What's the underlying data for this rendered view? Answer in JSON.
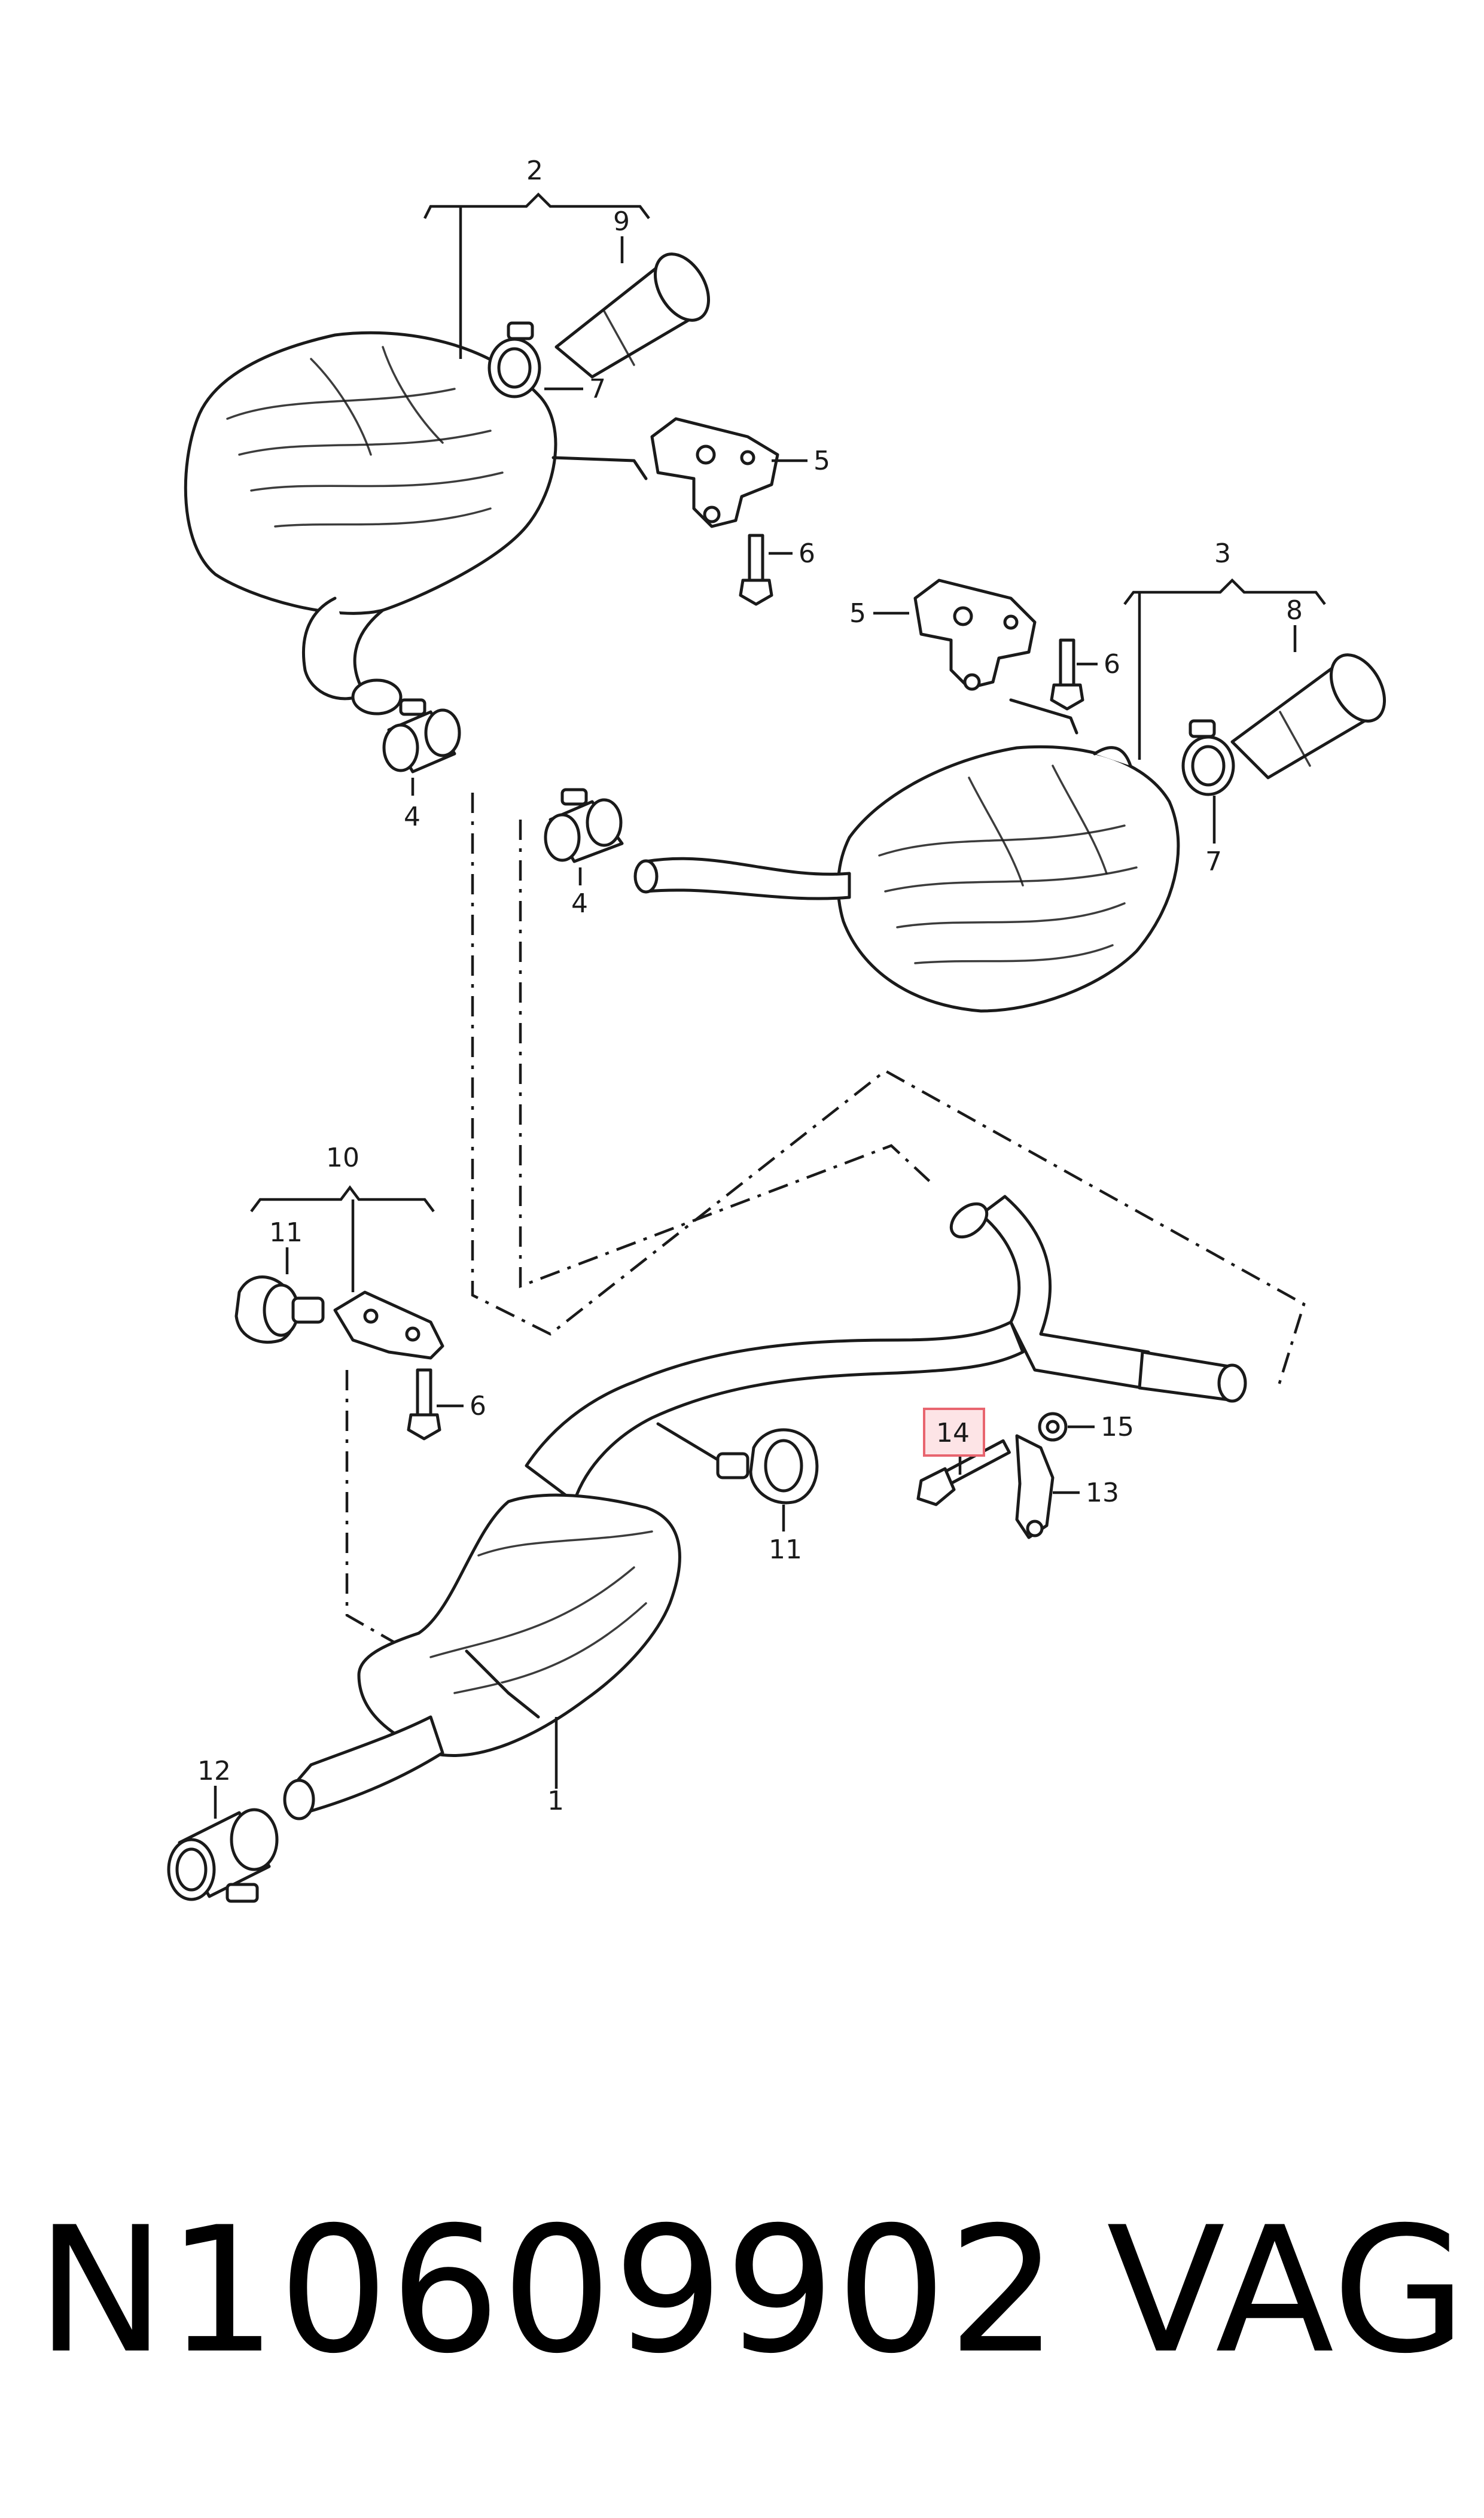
{
  "callouts": {
    "c1": "1",
    "c2": "2",
    "c3": "3",
    "c4a": "4",
    "c4b": "4",
    "c5a": "5",
    "c5b": "5",
    "c6a": "6",
    "c6b": "6",
    "c6c": "6",
    "c7a": "7",
    "c7b": "7",
    "c8": "8",
    "c9": "9",
    "c10": "10",
    "c11a": "11",
    "c11b": "11",
    "c12": "12",
    "c13": "13",
    "c14": "14",
    "c15": "15"
  },
  "highlighted_callout": "14",
  "highlight_color": "#fde4e6",
  "footer": {
    "part_number": "N10609902",
    "brand": "VAG"
  }
}
